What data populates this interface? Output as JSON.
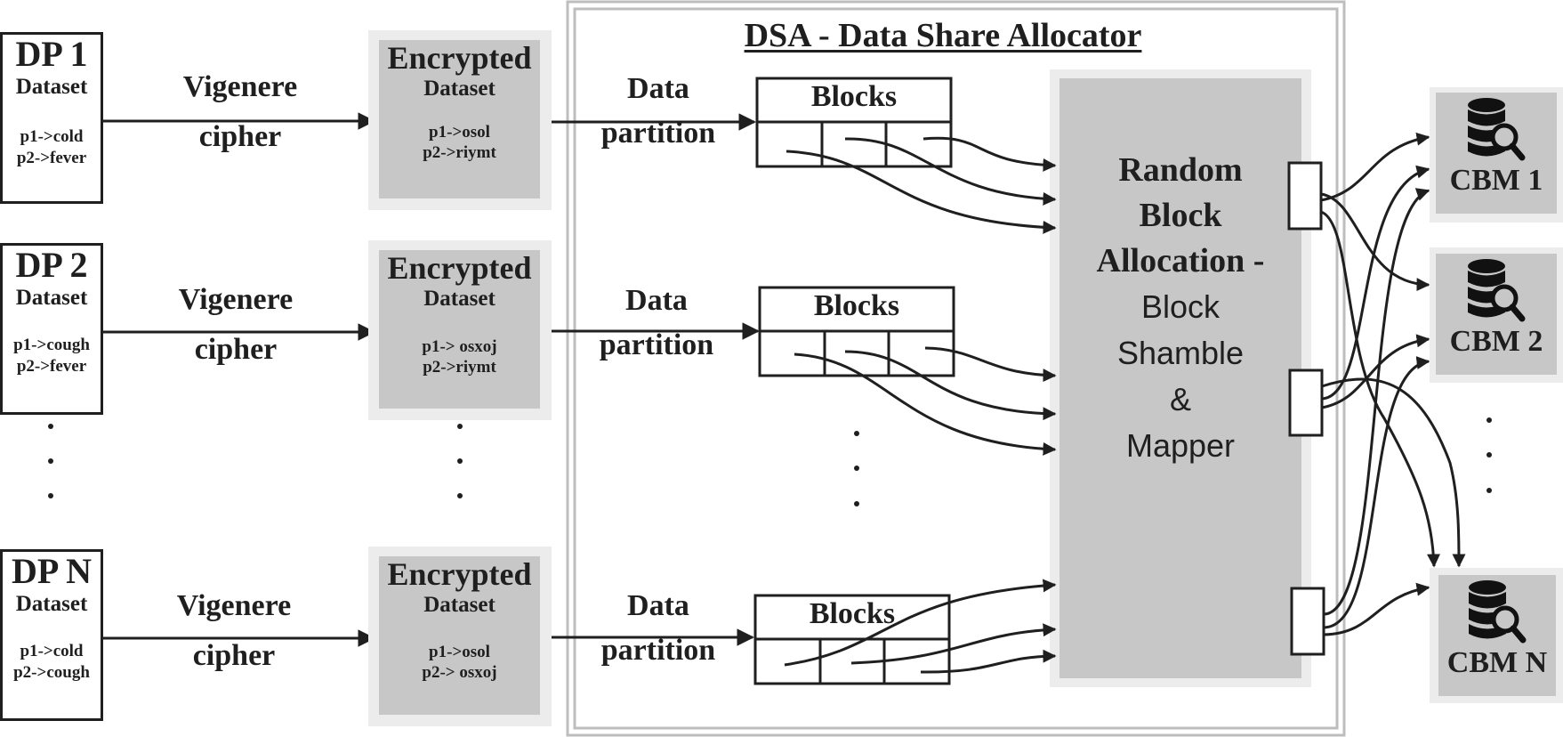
{
  "diagram_title": "DSA - Data Share Allocator",
  "data_providers": [
    {
      "title": "DP 1",
      "subtitle": "Dataset",
      "lines": [
        "p1->cold",
        "p2->fever"
      ]
    },
    {
      "title": "DP 2",
      "subtitle": "Dataset",
      "lines": [
        "p1->cough",
        "p2->fever"
      ]
    },
    {
      "title": "DP N",
      "subtitle": "Dataset",
      "lines": [
        "p1->cold",
        "p2->cough"
      ]
    }
  ],
  "cipher_label": {
    "line1": "Vigenere",
    "line2": "cipher"
  },
  "encrypted": [
    {
      "title": "Encrypted",
      "subtitle": "Dataset",
      "lines": [
        "p1->osol",
        "p2->riymt"
      ]
    },
    {
      "title": "Encrypted",
      "subtitle": "Dataset",
      "lines": [
        "p1-> osxoj",
        "p2->riymt"
      ]
    },
    {
      "title": "Encrypted",
      "subtitle": "Dataset",
      "lines": [
        "p1->osol",
        "p2-> osxoj"
      ]
    }
  ],
  "partition_label": {
    "line1": "Data",
    "line2": "partition"
  },
  "blocks_label": "Blocks",
  "allocator": {
    "line1": "Random",
    "line2": "Block",
    "line3": "Allocation -",
    "line4": "Block",
    "line5": "Shamble",
    "line6": "&",
    "line7": "Mapper"
  },
  "cbms": [
    {
      "label": "CBM 1",
      "icon": "database-search-icon"
    },
    {
      "label": "CBM 2",
      "icon": "database-search-icon"
    },
    {
      "label": "CBM N",
      "icon": "database-search-icon"
    }
  ],
  "colors": {
    "ink": "#1f1f1f",
    "box_fill": "#c7c7c7",
    "halo": "#ececec"
  }
}
